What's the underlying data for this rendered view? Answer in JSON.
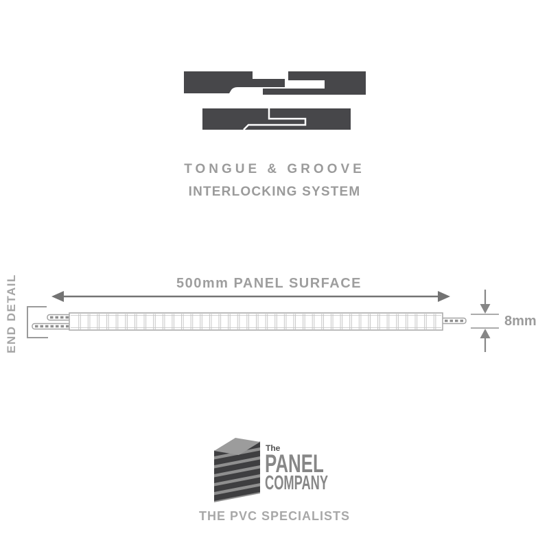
{
  "header": {
    "title_line1": "TONGUE & GROOVE",
    "title_line2": "INTERLOCKING SYSTEM"
  },
  "diagram": {
    "end_detail_label": "END DETAIL",
    "surface_dimension_label": "500mm PANEL SURFACE",
    "thickness_dimension_label": "8mm",
    "panel_surface_mm": 500,
    "panel_thickness_mm": 8
  },
  "logo": {
    "brand_top": "The",
    "brand_main": "PANEL",
    "brand_sub": "COMPANY",
    "tagline": "THE PVC SPECIALISTS"
  },
  "icons": {
    "interlock_separated": "tongue-groove-separated-icon",
    "interlock_joined": "tongue-groove-joined-icon",
    "logo_mark": "stacked-panels-icon"
  },
  "colors": {
    "dark_shape": "#47474a",
    "heading_gray": "#9b9b9b",
    "dimension_gray": "#9e9e9e",
    "panel_outline_gray": "#acacac",
    "arrow_gray": "#737373",
    "logo_dark": "#3e3e40",
    "logo_mid": "#8f8f8f",
    "logo_text_gray": "#878787",
    "tagline_gray": "#a8a8a8"
  }
}
